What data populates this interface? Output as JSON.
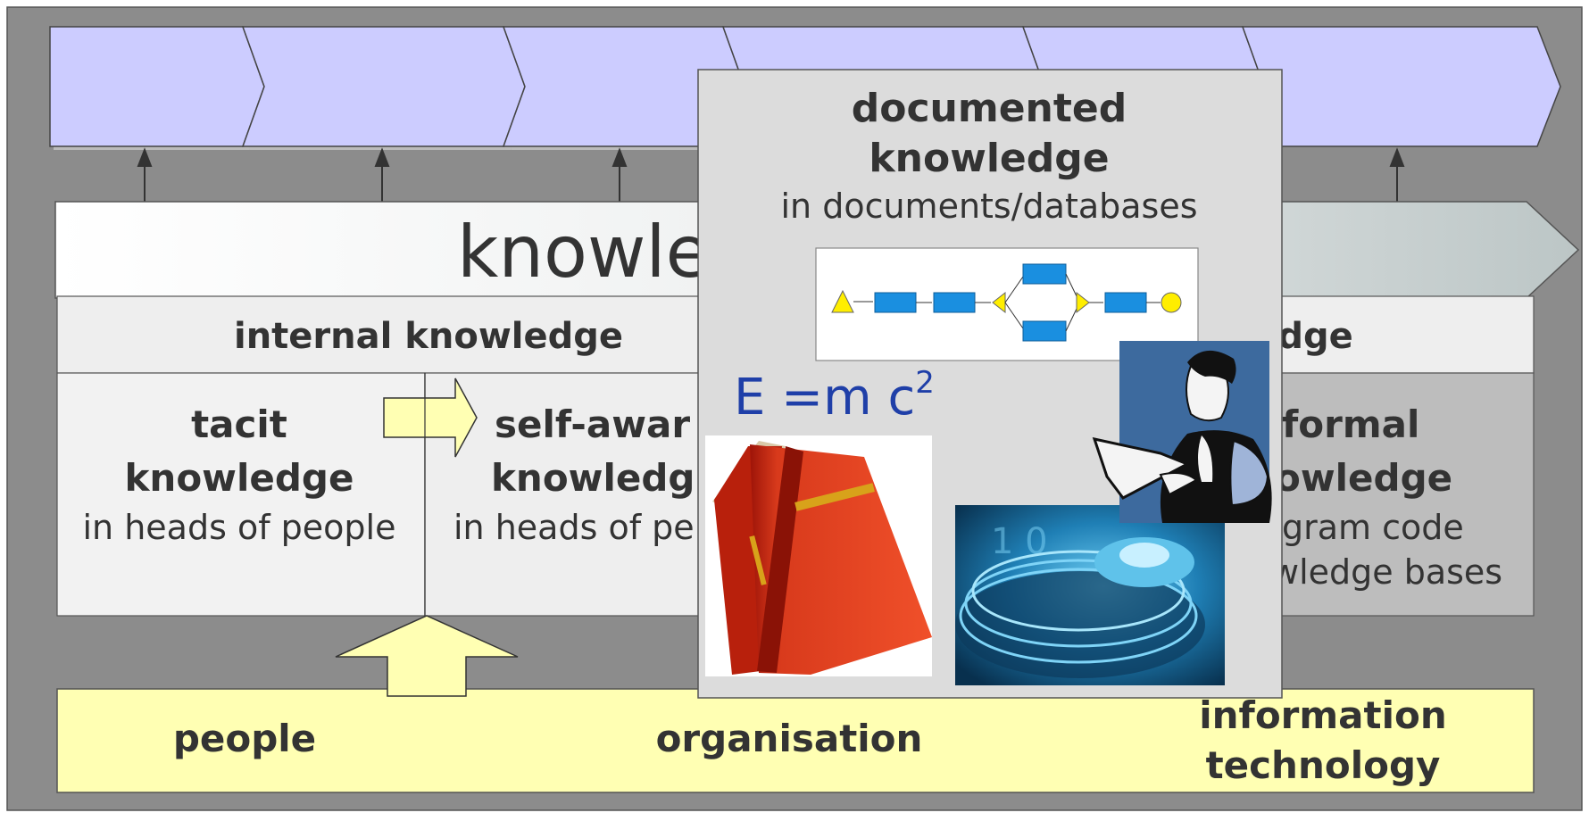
{
  "knowledge_banner": {
    "title": "knowle"
  },
  "internal_header": {
    "label": "internal knowledge"
  },
  "external_header": {
    "label": "edge"
  },
  "tacit": {
    "title_1": "tacit",
    "title_2": "knowledge",
    "sub": "in heads of people"
  },
  "self_aware": {
    "title_1": "self-awar",
    "title_2": "knowledg",
    "sub": "in heads of pe"
  },
  "formal": {
    "title_1": "formal",
    "title_2": "owledge",
    "sub_1": "gram code",
    "sub_2": "wledge bases"
  },
  "documented": {
    "title_1": "documented",
    "title_2": "knowledge",
    "sub": "in documents/databases"
  },
  "formula": {
    "base": "E =m c",
    "exponent": "2"
  },
  "bottom_bar": {
    "people": "people",
    "organisation": "organisation",
    "it_1": "information",
    "it_2": "technology"
  },
  "colors": {
    "background": "#8c8c8c",
    "chevron_fill": "#ccccff",
    "highlight_yellow": "#ffffb3",
    "panel_gray": "#dcdcdc",
    "formula_blue": "#1f3fa8",
    "text_dark": "#333333"
  }
}
